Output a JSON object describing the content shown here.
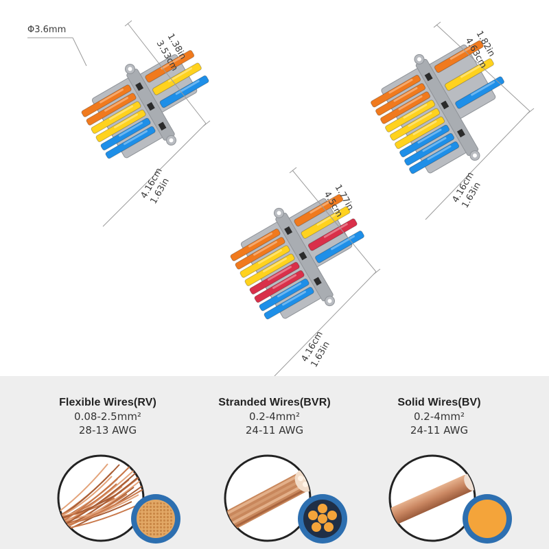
{
  "hole_label": "Φ3.6mm",
  "connectors": [
    {
      "id": "c1",
      "height_in": "1.38in",
      "height_cm": "3.53cm",
      "width_cm": "4.16cm",
      "width_in": "1.63in",
      "left_colors": [
        "orange",
        "orange",
        "yellow",
        "yellow",
        "blue",
        "blue"
      ],
      "right_colors": [
        "orange",
        "yellow",
        "blue"
      ]
    },
    {
      "id": "c2",
      "height_in": "1.82in",
      "height_cm": "4.63cm",
      "width_cm": "4.16cm",
      "width_in": "1.63in",
      "left_colors": [
        "orange",
        "orange",
        "orange",
        "yellow",
        "yellow",
        "yellow",
        "blue",
        "blue",
        "blue"
      ],
      "right_colors": [
        "orange",
        "yellow",
        "blue"
      ]
    },
    {
      "id": "c3",
      "height_in": "1.77in",
      "height_cm": "4.5cm",
      "width_cm": "4.16cm",
      "width_in": "1.63in",
      "left_colors": [
        "orange",
        "orange",
        "yellow",
        "yellow",
        "red",
        "red",
        "blue",
        "blue"
      ],
      "right_colors": [
        "orange",
        "yellow",
        "red",
        "blue"
      ]
    }
  ],
  "colors": {
    "orange": "#f07a1e",
    "yellow": "#ffd21e",
    "blue": "#1e8fe8",
    "red": "#d9304a",
    "housing": "#b9bcc1",
    "housing_dark": "#8e9297",
    "copper": "#c97a4a",
    "circle_bg": "#2d6fb0"
  },
  "wires": [
    {
      "name": "Flexible Wires(RV)",
      "spec": "0.08-2.5mm²",
      "awg": "28-13 AWG",
      "icon": "flexible-wire-icon"
    },
    {
      "name": "Stranded Wires(BVR)",
      "spec": "0.2-4mm²",
      "awg": "24-11 AWG",
      "icon": "stranded-wire-icon"
    },
    {
      "name": "Solid Wires(BV)",
      "spec": "0.2-4mm²",
      "awg": "24-11 AWG",
      "icon": "solid-wire-icon"
    }
  ]
}
